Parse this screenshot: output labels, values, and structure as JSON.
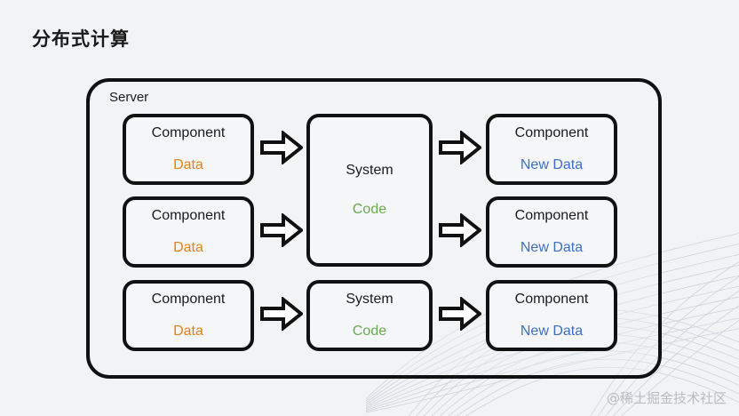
{
  "slide": {
    "title": "分布式计算",
    "background_color": "#f2f3f5",
    "watermark": "@稀土掘金技术社区"
  },
  "container": {
    "label": "Server",
    "border_color": "#111111"
  },
  "colors": {
    "data_orange": "#e0821d",
    "code_green": "#6aab4e",
    "new_data_blue": "#3d6fc2",
    "text_black": "#1b1b1b"
  },
  "nodes": {
    "left": [
      {
        "title": "Component",
        "sub": "Data"
      },
      {
        "title": "Component",
        "sub": "Data"
      },
      {
        "title": "Component",
        "sub": "Data"
      }
    ],
    "center": [
      {
        "title": "System",
        "sub": "Code"
      },
      {
        "title": "System",
        "sub": "Code"
      }
    ],
    "right": [
      {
        "title": "Component",
        "sub": "New Data"
      },
      {
        "title": "Component",
        "sub": "New Data"
      },
      {
        "title": "Component",
        "sub": "New Data"
      }
    ]
  },
  "arrows": {
    "icon": "right-block-arrow",
    "count": 6
  }
}
